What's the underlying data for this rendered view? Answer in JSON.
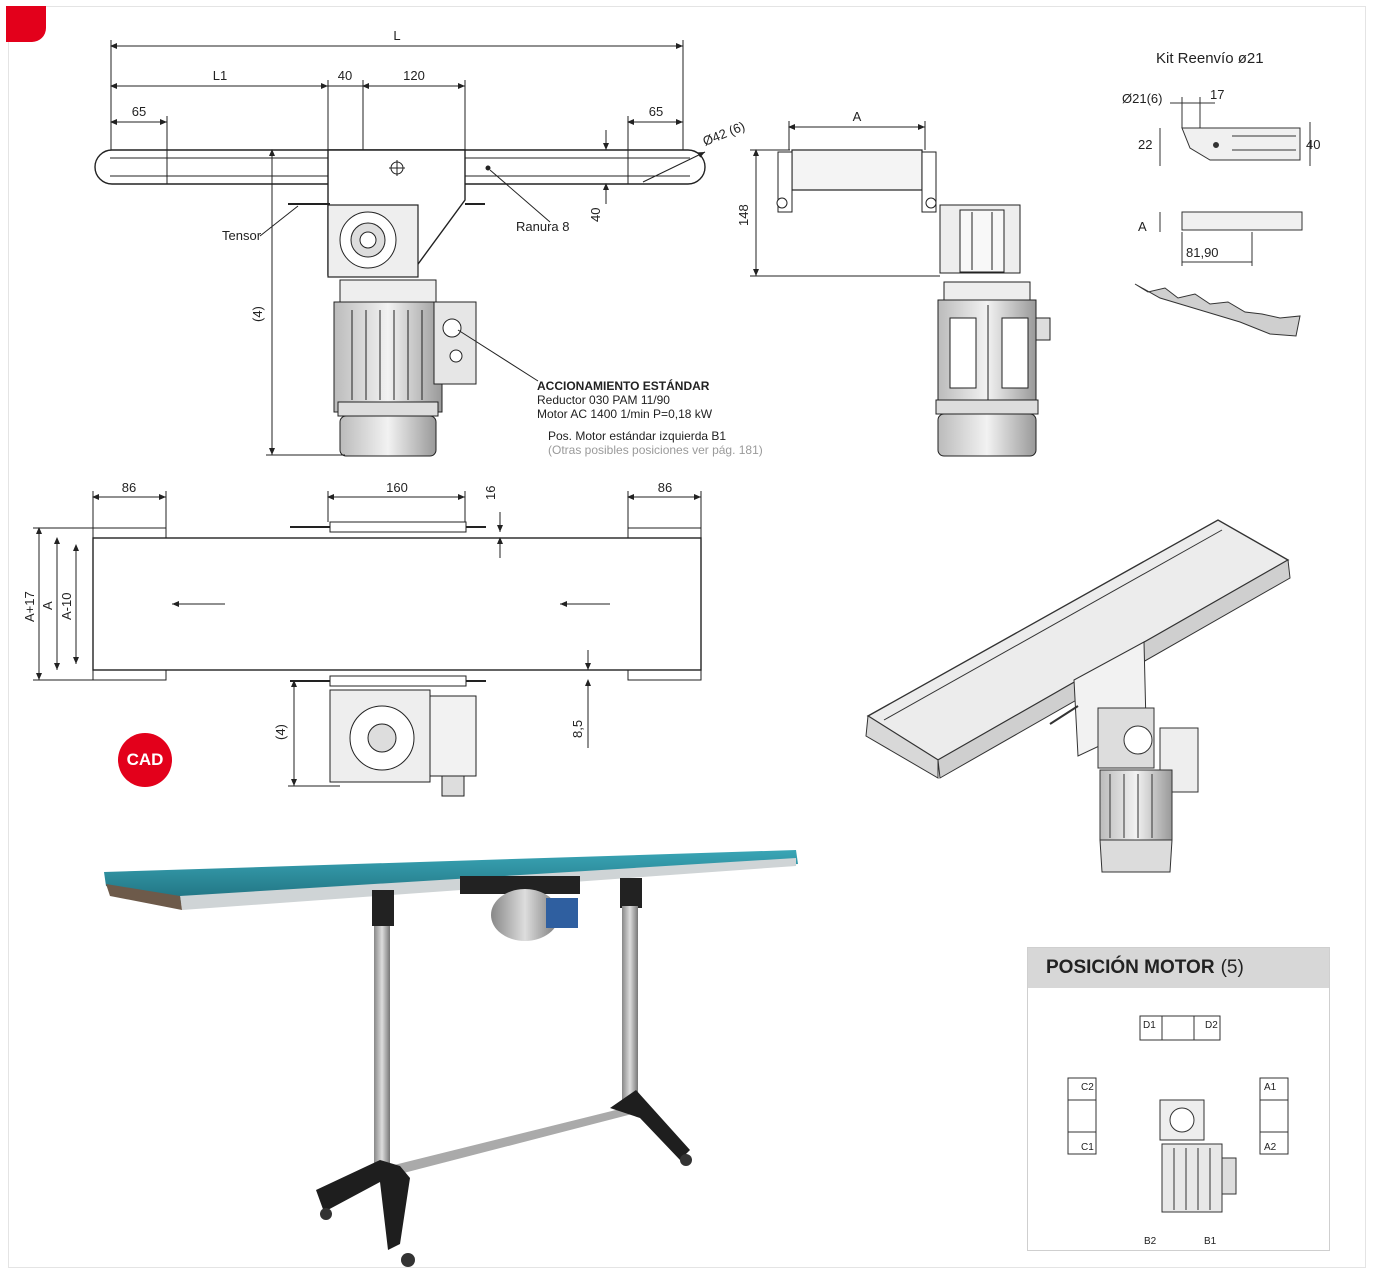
{
  "top_view": {
    "dims": {
      "L": "L",
      "L1": "L1",
      "d40": "40",
      "d120": "120",
      "d65_left": "65",
      "d65_right": "65",
      "dia42": "Ø42 (6)",
      "d40_vert": "40",
      "d4": "(4)"
    },
    "labels": {
      "tensor": "Tensor",
      "ranura": "Ranura 8"
    }
  },
  "side_view": {
    "dims": {
      "A": "A",
      "d148": "148"
    }
  },
  "drive_note": {
    "title": "ACCIONAMIENTO ESTÁNDAR",
    "line1": "Reductor 030 PAM 11/90",
    "line2": "Motor AC 1400 1/min P=0,18 kW",
    "line3": "Pos. Motor estándar izquierda B1",
    "line4": "(Otras posibles posiciones ver pág. 181)"
  },
  "plan_view": {
    "dims": {
      "d86_left": "86",
      "d160": "160",
      "d16": "16",
      "d86_right": "86",
      "A17": "A+17",
      "A": "A",
      "A10": "A-10",
      "d4": "(4)",
      "d85": "8,5"
    }
  },
  "kit": {
    "title": "Kit Reenvío ø21",
    "dims": {
      "dia21": "Ø21(6)",
      "d17": "17",
      "d22": "22",
      "d40": "40",
      "A": "A",
      "d8190": "81,90"
    }
  },
  "cad_badge": "CAD",
  "motor_position": {
    "title_bold": "POSICIÓN MOTOR",
    "title_note": "(5)",
    "labels": {
      "D1": "D1",
      "D2": "D2",
      "C1": "C1",
      "C2": "C2",
      "A1": "A1",
      "A2": "A2",
      "B1": "B1",
      "B2": "B2"
    }
  },
  "colors": {
    "brand_red": "#e3001b",
    "belt": "#2f8fa0",
    "line": "#222222"
  }
}
